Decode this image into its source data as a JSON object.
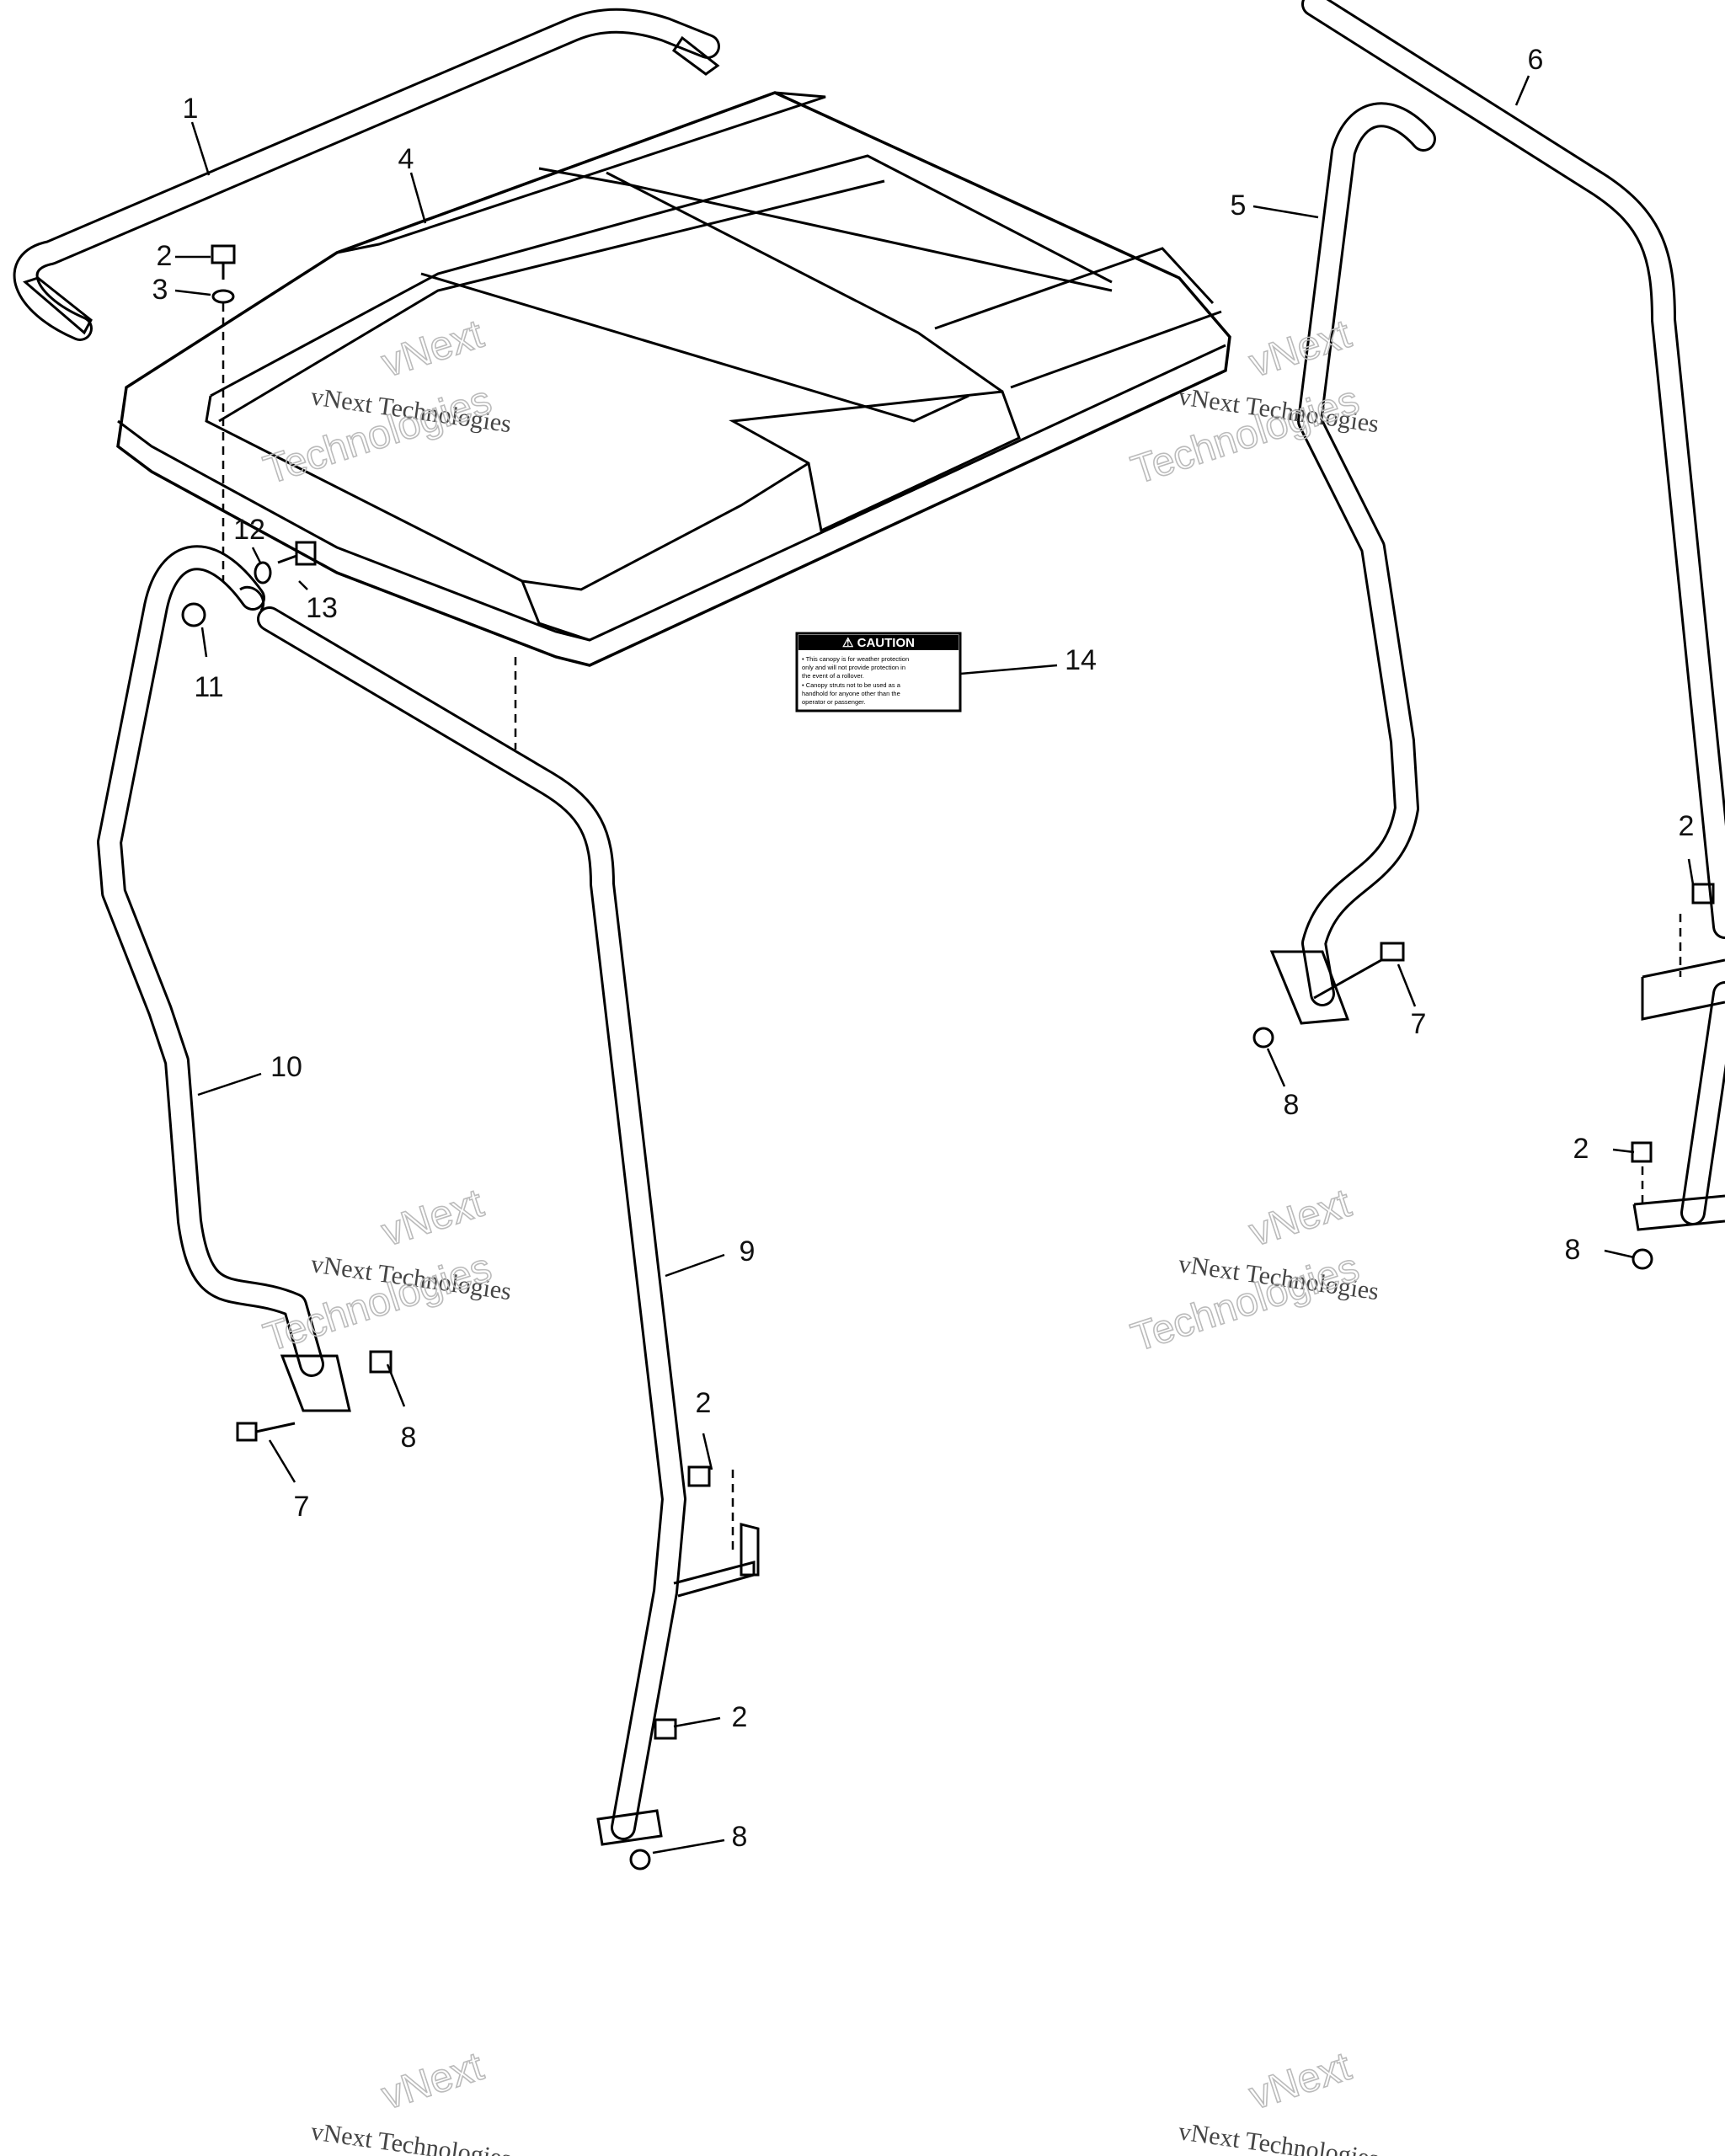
{
  "callouts": [
    {
      "id": "c1",
      "text": "1"
    },
    {
      "id": "c2a",
      "text": "2"
    },
    {
      "id": "c3",
      "text": "3"
    },
    {
      "id": "c4",
      "text": "4"
    },
    {
      "id": "c5",
      "text": "5"
    },
    {
      "id": "c6",
      "text": "6"
    },
    {
      "id": "c12",
      "text": "12"
    },
    {
      "id": "c13",
      "text": "13"
    },
    {
      "id": "c11",
      "text": "11"
    },
    {
      "id": "c14",
      "text": "14"
    },
    {
      "id": "c2b",
      "text": "2"
    },
    {
      "id": "c7a",
      "text": "7"
    },
    {
      "id": "c8a",
      "text": "8"
    },
    {
      "id": "c10",
      "text": "10"
    },
    {
      "id": "c9",
      "text": "9"
    },
    {
      "id": "c2c",
      "text": "2"
    },
    {
      "id": "c8b",
      "text": "8"
    },
    {
      "id": "c7b",
      "text": "7"
    },
    {
      "id": "c2d",
      "text": "2"
    },
    {
      "id": "c8c",
      "text": "8"
    },
    {
      "id": "c2e",
      "text": "2"
    },
    {
      "id": "c8d",
      "text": "8"
    }
  ],
  "caution_label": {
    "heading": "⚠ CAUTION",
    "lines": [
      "• This canopy is for weather protection",
      "  only and will not provide protection in",
      "  the event of a rollover.",
      "• Canopy struts not to be used as a",
      "  handhold for anyone other than the",
      "  operator or passenger."
    ]
  },
  "watermark": {
    "line1": "vNext",
    "line2": "vNext Technologies",
    "line3": "Technologies"
  }
}
